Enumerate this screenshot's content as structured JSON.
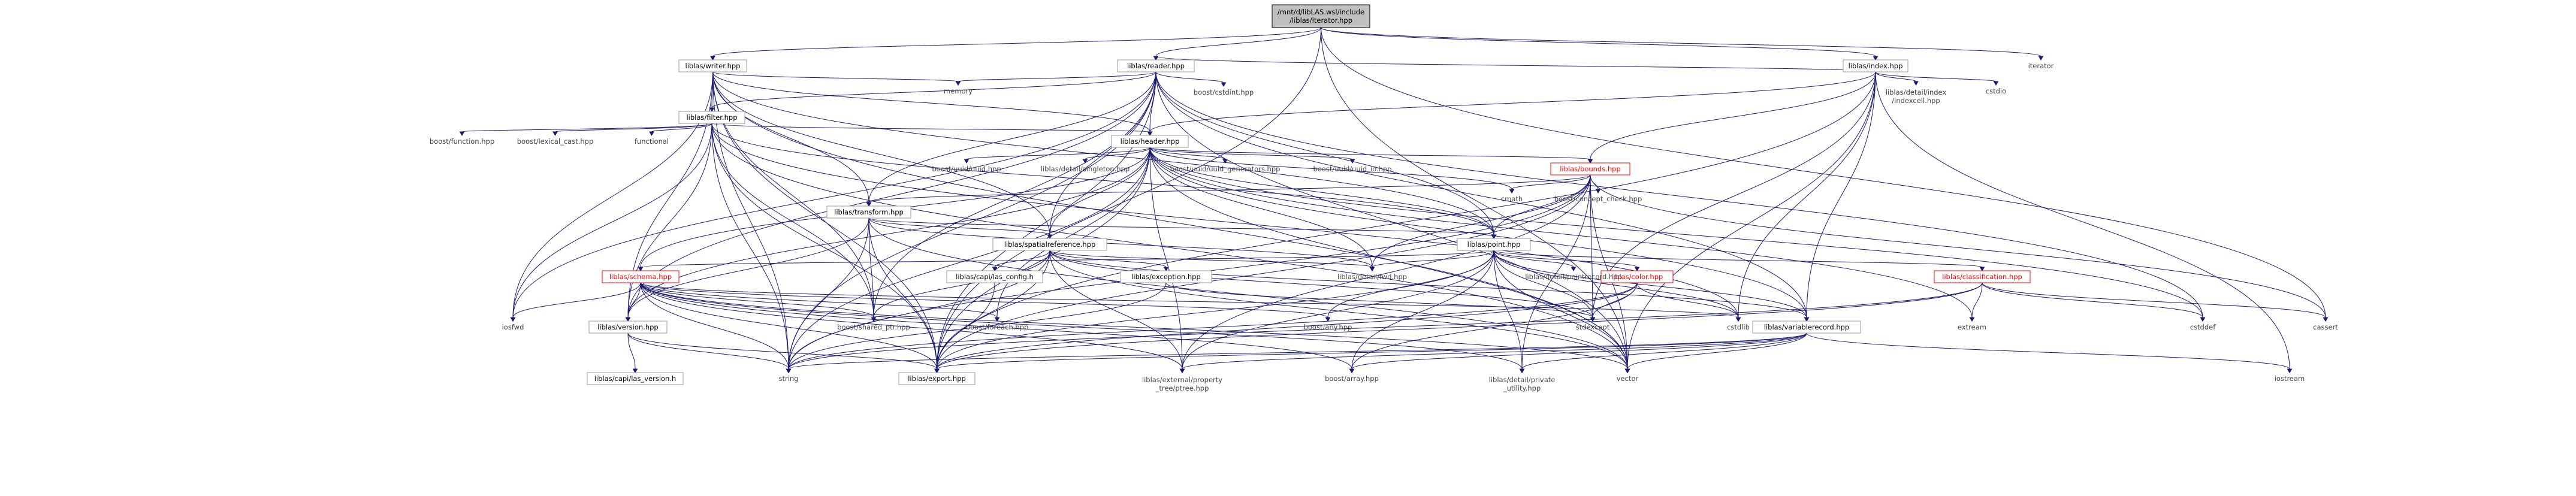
{
  "nodes": [
    {
      "id": "root",
      "lines": [
        "/mnt/d/libLAS.wsl/include",
        "/liblas/iterator.hpp"
      ],
      "style": "root"
    },
    {
      "id": "writer",
      "lines": [
        "liblas/writer.hpp"
      ],
      "style": "main"
    },
    {
      "id": "reader",
      "lines": [
        "liblas/reader.hpp"
      ],
      "style": "main"
    },
    {
      "id": "index",
      "lines": [
        "liblas/index.hpp"
      ],
      "style": "main"
    },
    {
      "id": "iterator",
      "lines": [
        "iterator"
      ],
      "style": "ext"
    },
    {
      "id": "filter",
      "lines": [
        "liblas/filter.hpp"
      ],
      "style": "main"
    },
    {
      "id": "memory",
      "lines": [
        "memory"
      ],
      "style": "ext"
    },
    {
      "id": "cstdint",
      "lines": [
        "boost/cstdint.hpp"
      ],
      "style": "ext"
    },
    {
      "id": "indexcell",
      "lines": [
        "liblas/detail/index",
        "/indexcell.hpp"
      ],
      "style": "ext"
    },
    {
      "id": "cstdio",
      "lines": [
        "cstdio"
      ],
      "style": "ext"
    },
    {
      "id": "bfunction",
      "lines": [
        "boost/function.hpp"
      ],
      "style": "ext"
    },
    {
      "id": "lexcast",
      "lines": [
        "boost/lexical_cast.hpp"
      ],
      "style": "ext"
    },
    {
      "id": "functional",
      "lines": [
        "functional"
      ],
      "style": "ext"
    },
    {
      "id": "header",
      "lines": [
        "liblas/header.hpp"
      ],
      "style": "main"
    },
    {
      "id": "uuid",
      "lines": [
        "boost/uuid/uuid.hpp"
      ],
      "style": "ext"
    },
    {
      "id": "singleton",
      "lines": [
        "liblas/detail/singleton.hpp"
      ],
      "style": "ext"
    },
    {
      "id": "uuidgen",
      "lines": [
        "boost/uuid/uuid_generators.hpp"
      ],
      "style": "ext"
    },
    {
      "id": "uuidio",
      "lines": [
        "boost/uuid/uuid_io.hpp"
      ],
      "style": "ext"
    },
    {
      "id": "bounds",
      "lines": [
        "liblas/bounds.hpp"
      ],
      "style": "red"
    },
    {
      "id": "cmath",
      "lines": [
        "cmath"
      ],
      "style": "ext"
    },
    {
      "id": "concept",
      "lines": [
        "boost/concept_check.hpp"
      ],
      "style": "ext"
    },
    {
      "id": "transform",
      "lines": [
        "liblas/transform.hpp"
      ],
      "style": "main"
    },
    {
      "id": "spatialref",
      "lines": [
        "liblas/spatialreference.hpp"
      ],
      "style": "main"
    },
    {
      "id": "point",
      "lines": [
        "liblas/point.hpp"
      ],
      "style": "main"
    },
    {
      "id": "schema",
      "lines": [
        "liblas/schema.hpp"
      ],
      "style": "red"
    },
    {
      "id": "capi",
      "lines": [
        "liblas/capi/las_config.h"
      ],
      "style": "main"
    },
    {
      "id": "exception",
      "lines": [
        "liblas/exception.hpp"
      ],
      "style": "main"
    },
    {
      "id": "fwd",
      "lines": [
        "liblas/detail/fwd.hpp"
      ],
      "style": "ext"
    },
    {
      "id": "color",
      "lines": [
        "liblas/color.hpp"
      ],
      "style": "red"
    },
    {
      "id": "pointrecord",
      "lines": [
        "liblas/detail/pointrecord.hpp"
      ],
      "style": "ext"
    },
    {
      "id": "classification",
      "lines": [
        "liblas/classification.hpp"
      ],
      "style": "red"
    },
    {
      "id": "iosfwd",
      "lines": [
        "iosfwd"
      ],
      "style": "ext"
    },
    {
      "id": "version",
      "lines": [
        "liblas/version.hpp"
      ],
      "style": "main"
    },
    {
      "id": "sharedptr",
      "lines": [
        "boost/shared_ptr.hpp"
      ],
      "style": "ext"
    },
    {
      "id": "foreach",
      "lines": [
        "boost/foreach.hpp"
      ],
      "style": "ext"
    },
    {
      "id": "any",
      "lines": [
        "boost/any.hpp"
      ],
      "style": "ext"
    },
    {
      "id": "stdexcept",
      "lines": [
        "stdexcept"
      ],
      "style": "ext"
    },
    {
      "id": "cstdlib",
      "lines": [
        "cstdlib"
      ],
      "style": "ext"
    },
    {
      "id": "varrec",
      "lines": [
        "liblas/variablerecord.hpp"
      ],
      "style": "main"
    },
    {
      "id": "extrn",
      "lines": [
        "extream"
      ],
      "style": "ext"
    },
    {
      "id": "cstddef",
      "lines": [
        "cstddef"
      ],
      "style": "ext"
    },
    {
      "id": "cassert",
      "lines": [
        "cassert"
      ],
      "style": "ext"
    },
    {
      "id": "lasversion",
      "lines": [
        "liblas/capi/las_version.h"
      ],
      "style": "main"
    },
    {
      "id": "string",
      "lines": [
        "string"
      ],
      "style": "ext"
    },
    {
      "id": "export",
      "lines": [
        "liblas/export.hpp"
      ],
      "style": "main"
    },
    {
      "id": "ptree",
      "lines": [
        "liblas/external/property",
        "_tree/ptree.hpp"
      ],
      "style": "ext"
    },
    {
      "id": "array",
      "lines": [
        "boost/array.hpp"
      ],
      "style": "ext"
    },
    {
      "id": "private",
      "lines": [
        "liblas/detail/private",
        "_utility.hpp"
      ],
      "style": "ext"
    },
    {
      "id": "vector",
      "lines": [
        "vector"
      ],
      "style": "ext"
    },
    {
      "id": "iostream",
      "lines": [
        "iostream"
      ],
      "style": "ext"
    }
  ]
}
